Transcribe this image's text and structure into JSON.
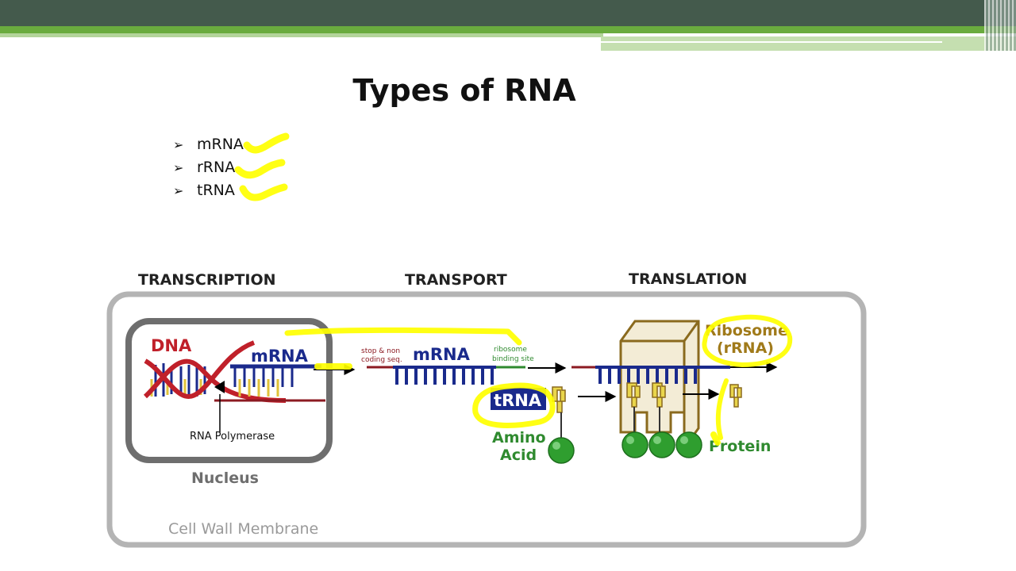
{
  "slide": {
    "title": "Types of RNA",
    "bullets": [
      "mRNA",
      "rRNA",
      "tRNA"
    ]
  },
  "diagram": {
    "stage_labels": {
      "transcription": "TRANSCRIPTION",
      "transport": "TRANSPORT",
      "translation": "TRANSLATION"
    },
    "dna": "DNA",
    "mrna_nucleus": "mRNA",
    "rna_polymerase": "RNA Polymerase",
    "nucleus": "Nucleus",
    "cell_wall": "Cell Wall Membrane",
    "stop_seq_line1": "stop & non",
    "stop_seq_line2": "coding seq.",
    "mrna_transport": "mRNA",
    "ribosome_site_line1": "ribosome",
    "ribosome_site_line2": "binding site",
    "trna": "tRNA",
    "amino_line1": "Amino",
    "amino_line2": "Acid",
    "ribosome_line1": "Ribosome",
    "ribosome_line2": "(rRNA)",
    "protein": "Protein"
  },
  "colors": {
    "header_dark": "#445a4c",
    "header_green": "#6aab3e",
    "strand_blue": "#1a2a8c",
    "dna_red": "#c0202a",
    "ribosome_brown": "#8a6a1e",
    "amino_green": "#2f9e2f",
    "highlight": "#ffff00"
  },
  "icons": [
    "bullet-arrow-icon",
    "checkmark-icon",
    "trna-anticodon-icon",
    "amino-acid-icon",
    "ribosome-icon"
  ]
}
